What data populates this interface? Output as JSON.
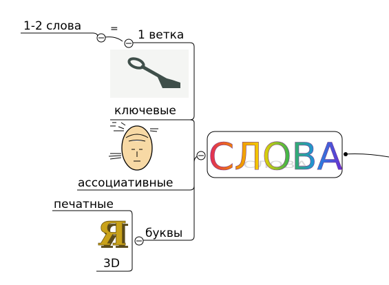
{
  "central": {
    "text": "СЛОВА",
    "gradient": [
      "#e0245e",
      "#f08a00",
      "#f2d200",
      "#3cb44b",
      "#1f8fe0",
      "#6a2bd1"
    ]
  },
  "branches": {
    "top_left_label": "1-2 слова",
    "equals": "=",
    "one_branch": "1 ветка",
    "keywords": "ключевые",
    "associative": "ассоциативные",
    "printed": "печатные",
    "letters": "буквы",
    "three_d": "3D"
  },
  "icons": {
    "key": "key-icon",
    "head": "thinking-head-icon",
    "letter": "ya-letter-3d-icon",
    "collapse": "collapse-minus-icon"
  },
  "images": {
    "ya_glyph": "Я"
  },
  "colors": {
    "line": "#000000",
    "collapse_bg": "#ffffff",
    "head_skin": "#f7d9a5",
    "key": "#3f4f4a",
    "letter_gold": "#c9a21a"
  }
}
